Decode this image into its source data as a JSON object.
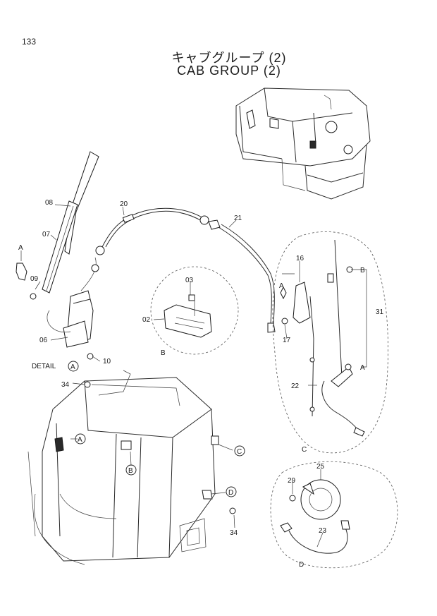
{
  "page_number": "133",
  "title_jp": "キャブグループ (2)",
  "title_en": "CAB GROUP (2)",
  "labels": {
    "p08": "08",
    "p07": "07",
    "p20": "20",
    "p21": "21",
    "p09": "09",
    "p06": "06",
    "p10": "10",
    "p03": "03",
    "p02": "02",
    "p16": "16",
    "p17": "17",
    "p22": "22",
    "p31": "31",
    "p25": "25",
    "p29": "29",
    "p23": "23",
    "p34a": "34",
    "p34b": "34",
    "a_arrow": "A",
    "b_arrow": "B",
    "a_right": "A",
    "b_right": "B",
    "detail": "DETAIL",
    "detail_a": "A",
    "circle_b": "B",
    "circle_c": "C",
    "circle_d": "D",
    "circle_a": "A",
    "view_b": "B",
    "view_c": "C",
    "view_d": "D",
    "view_a_left": "A"
  }
}
